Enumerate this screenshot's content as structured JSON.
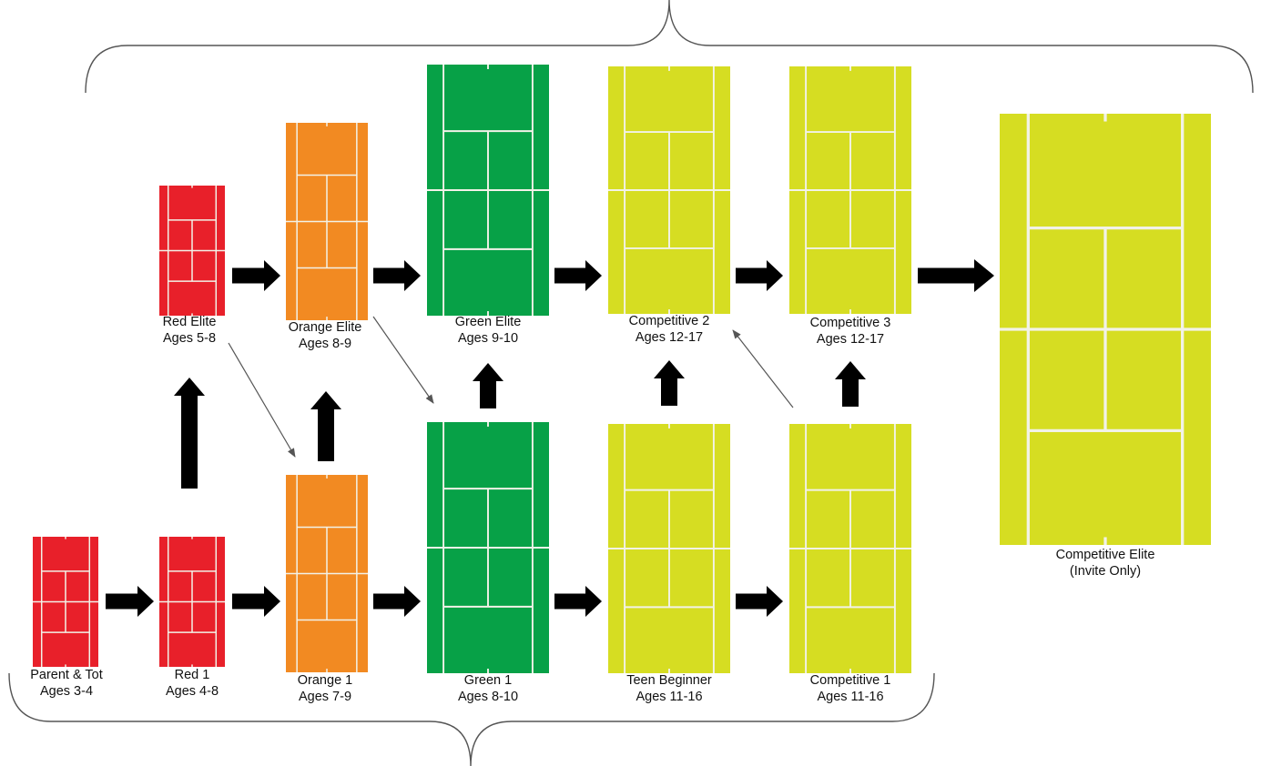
{
  "courts": {
    "red_elite": {
      "line1": "Red Elite",
      "line2": "Ages 5-8"
    },
    "orange_elite": {
      "line1": "Orange Elite",
      "line2": "Ages 8-9"
    },
    "green_elite": {
      "line1": "Green Elite",
      "line2": "Ages 9-10"
    },
    "competitive_2": {
      "line1": "Competitive 2",
      "line2": "Ages 12-17"
    },
    "competitive_3": {
      "line1": "Competitive 3",
      "line2": "Ages 12-17"
    },
    "competitive_elite": {
      "line1": "Competitive Elite",
      "line2": "(Invite Only)"
    },
    "parent_tot": {
      "line1": "Parent & Tot",
      "line2": "Ages 3-4"
    },
    "red_1": {
      "line1": "Red 1",
      "line2": "Ages 4-8"
    },
    "orange_1": {
      "line1": "Orange 1",
      "line2": "Ages 7-9"
    },
    "green_1": {
      "line1": "Green 1",
      "line2": "Ages 8-10"
    },
    "teen_beginner": {
      "line1": "Teen Beginner",
      "line2": "Ages 11-16"
    },
    "competitive_1": {
      "line1": "Competitive 1",
      "line2": "Ages 11-16"
    }
  },
  "colors": {
    "red": "#e8202a",
    "orange": "#f28a22",
    "green": "#07a147",
    "yellow": "#d6dd22",
    "court_line": "#f2f2e8",
    "arrow": "#000000",
    "thin_arrow": "#555555",
    "brace": "#555555"
  }
}
